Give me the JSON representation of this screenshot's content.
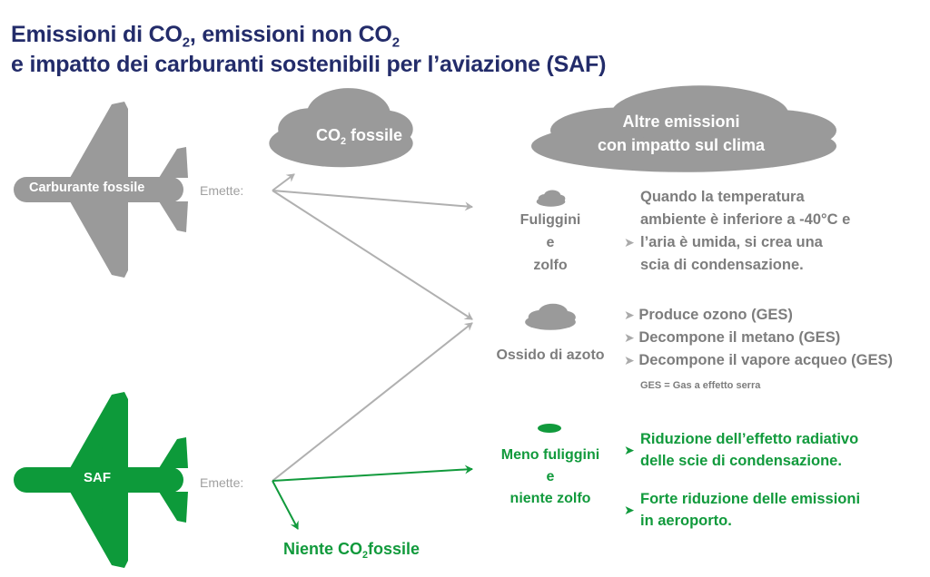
{
  "title": {
    "line1_a": "Emissioni di CO",
    "line1_sub1": "2",
    "line1_b": ", emissioni non CO",
    "line1_sub2": "2",
    "line2": "e impatto dei carburanti sostenibili per l’aviazione (SAF)"
  },
  "fossil_plane": {
    "label": "Carburante fossile",
    "emits": "Emette:"
  },
  "saf_plane": {
    "label": "SAF",
    "emits": "Emette:"
  },
  "co2_cloud": {
    "a": "CO",
    "sub": "2",
    "b": " fossile"
  },
  "other_cloud": {
    "line1": "Altre emissioni",
    "line2": "con impatto sul clima"
  },
  "soot": {
    "label": [
      "Fuliggini",
      "e",
      "zolfo"
    ],
    "description": [
      "Quando la temperatura",
      "ambiente è inferiore a -40°C e",
      "l’aria è umida, si crea una",
      "scia di condensazione."
    ]
  },
  "nox": {
    "label": "Ossido di azoto",
    "effects": [
      "Produce ozono (GES)",
      "Decompone il metano (GES)",
      "Decompone il vapore acqueo (GES)"
    ],
    "footnote": "GES = Gas a effetto serra"
  },
  "saf_effects": {
    "label": [
      "Meno fuliggini",
      "e",
      "niente zolfo"
    ],
    "benefit1": [
      "Riduzione dell’effetto radiativo",
      "delle scie di condensazione."
    ],
    "benefit2": [
      "Forte riduzione delle emissioni",
      "in aeroporto."
    ]
  },
  "no_co2": {
    "a": "Niente CO",
    "sub": "2",
    "b": "fossile"
  },
  "chevron": "➤",
  "colors": {
    "title": "#232c6a",
    "gray": "#999999",
    "green": "#119a3c"
  }
}
